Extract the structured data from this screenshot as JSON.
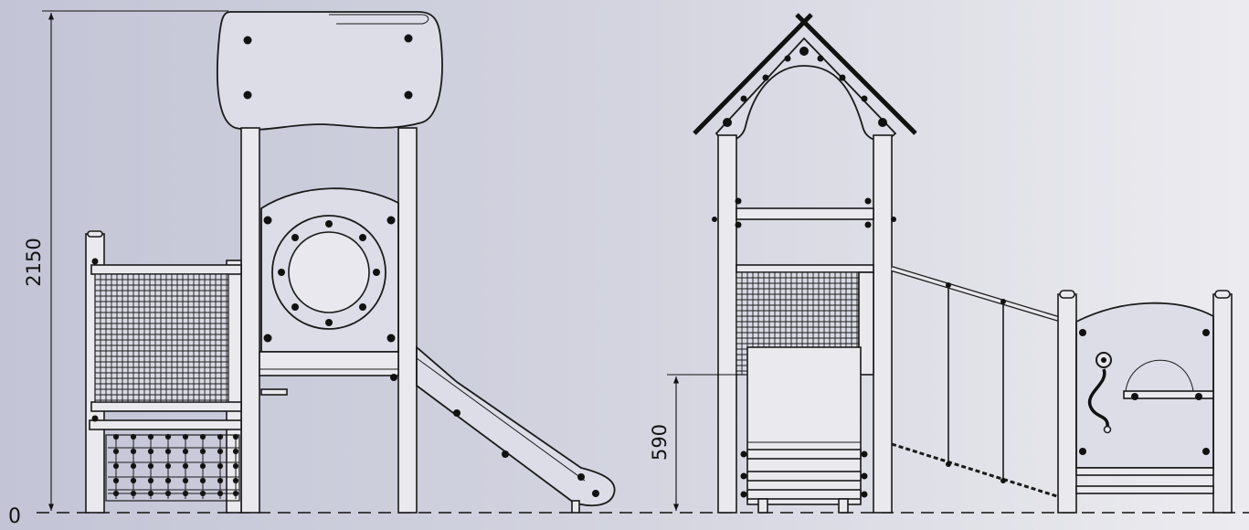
{
  "drawing": {
    "dimensions": {
      "total_height": "2150",
      "platform_height": "590",
      "ground_level": "0"
    }
  }
}
